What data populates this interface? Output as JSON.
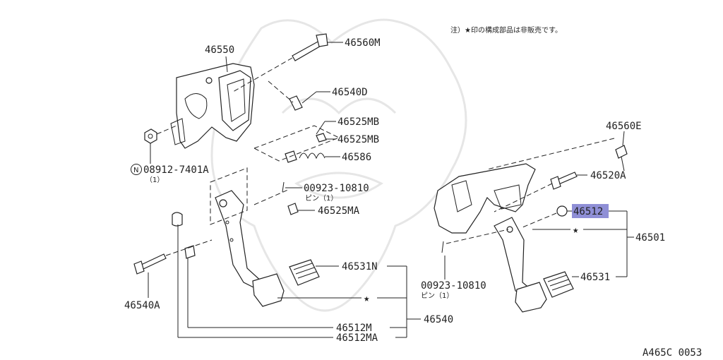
{
  "note": "注）★印の構成部品は非販売です。",
  "figure_code": "A465C 0053",
  "labels": {
    "p46550": "46550",
    "p46560M": "46560M",
    "p46540D": "46540D",
    "p46525MB_1": "46525MB",
    "p46525MB_2": "46525MB",
    "p46586": "46586",
    "p08912": "08912-7401A",
    "p08912_qty": "（1）",
    "p00923_l": "00923-10810",
    "p00923_l_sub": "ピン（1）",
    "p46525MA": "46525MA",
    "p46531N": "46531N",
    "p46540A": "46540A",
    "p46512M": "46512M",
    "p46512MA": "46512MA",
    "p46540": "46540",
    "p46560E": "46560E",
    "p46520A": "46520A",
    "p46512": "46512",
    "p46501": "46501",
    "p00923_r": "00923-10810",
    "p00923_r_sub": "ピン（1）",
    "p46531": "46531"
  },
  "symbols": {
    "star": "★",
    "circled_n": "N"
  },
  "colors": {
    "highlight": "#8f8fd6",
    "ink": "#222222",
    "watermark": "#e6e6e6"
  }
}
